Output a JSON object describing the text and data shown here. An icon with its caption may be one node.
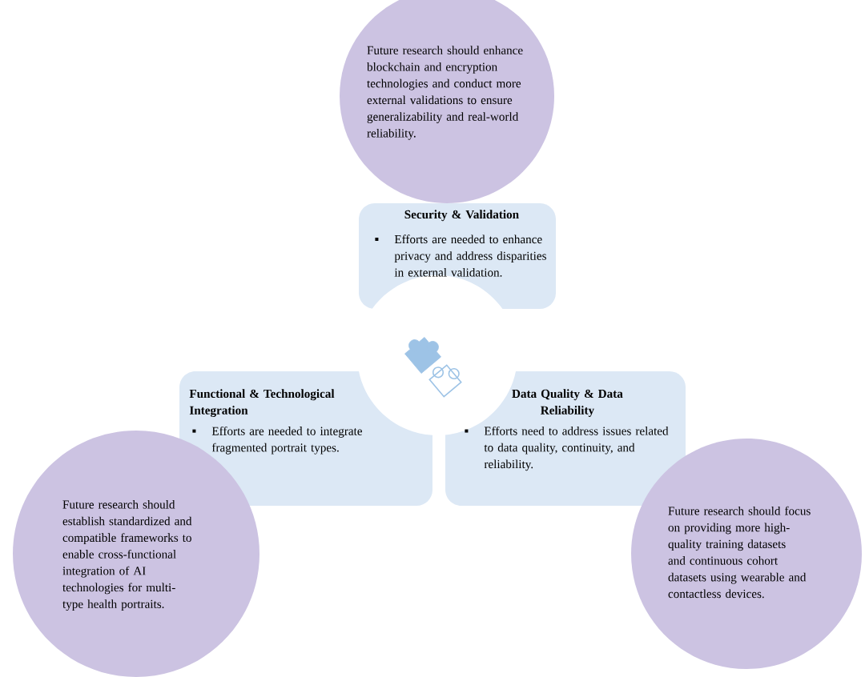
{
  "diagram": {
    "nodes": [
      {
        "text": [
          "Future research should enhance blockchain and encryption technologies and conduct more external validations to ensure generalizability and real-world reliability."
        ]
      },
      {
        "text": [
          "Security & Validation",
          "Efforts are needed to enhance privacy and address disparities in external validation."
        ]
      },
      {
        "text": [
          "Functional & Technological Integration",
          "Efforts are needed to integrate fragmented portrait types."
        ]
      },
      {
        "text": [
          "Data Quality & Data Reliability",
          "Efforts need to address issues related to data quality, continuity, and reliability."
        ]
      },
      {
        "text": [
          "Future research should establish standardized and compatible frameworks to enable cross-functional integration of AI technologies for multi-type health portraits."
        ]
      },
      {
        "text": [
          "Future research should focus on providing more high-quality training datasets and continuous cohort datasets using wearable and contactless devices."
        ]
      }
    ]
  }
}
